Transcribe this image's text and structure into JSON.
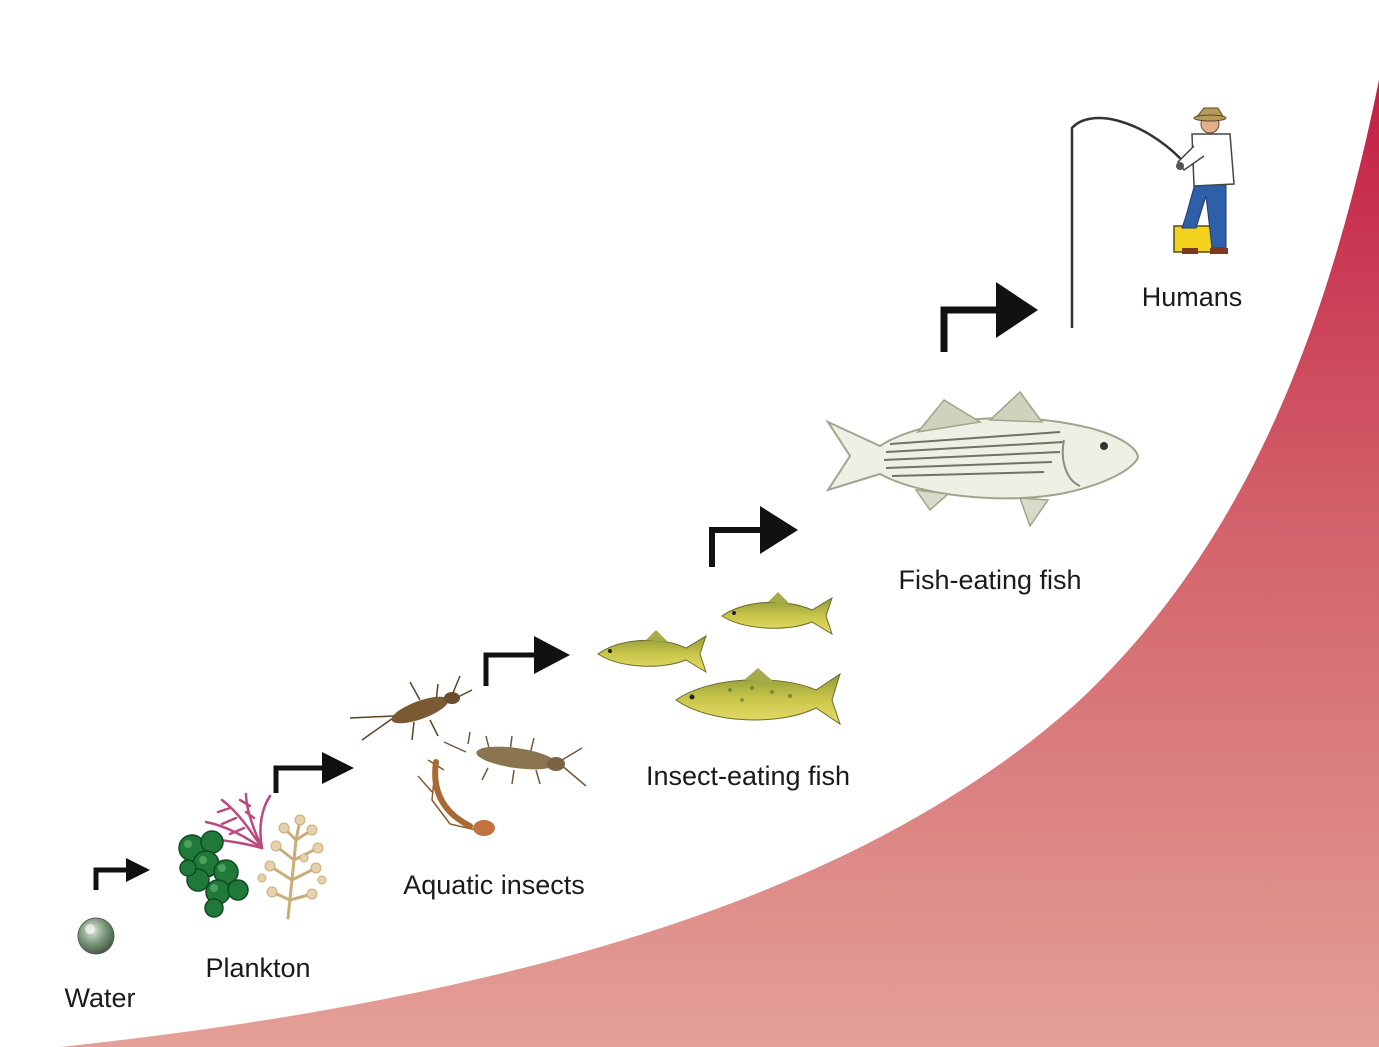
{
  "stages": [
    {
      "label": "Water",
      "icon": "water-droplet-icon"
    },
    {
      "label": "Plankton",
      "icon": "plankton-icon"
    },
    {
      "label": "Aquatic insects",
      "icon": "aquatic-insects-icon"
    },
    {
      "label": "Insect-eating fish",
      "icon": "insect-eating-fish-icon"
    },
    {
      "label": "Fish-eating fish",
      "icon": "fish-eating-fish-icon"
    },
    {
      "label": "Humans",
      "icon": "human-fisherman-icon"
    }
  ],
  "colors": {
    "curve_top": "#c41e46",
    "curve_mid": "#d2616a",
    "curve_bottom": "#e4a097",
    "arrow": "#111111",
    "trout_body": "#c9c64a",
    "bass_body": "#eef0e6",
    "green_plankton": "#1f7a3a",
    "pink_plankton": "#b94a7e",
    "tan_plankton": "#e6d2aa"
  }
}
